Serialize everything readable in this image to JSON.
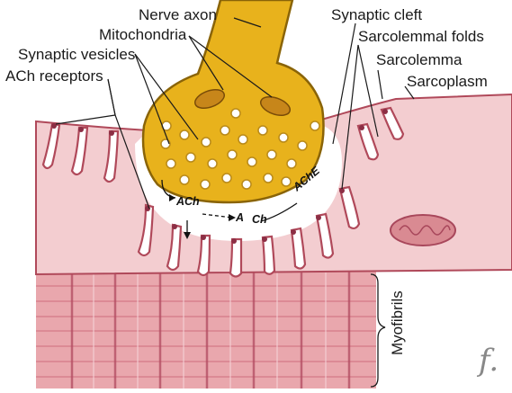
{
  "labels": {
    "nerve_axon": "Nerve axon",
    "mitochondria": "Mitochondria",
    "synaptic_vesicles": "Synaptic vesicles",
    "ach_receptors": "ACh receptors",
    "synaptic_cleft": "Synaptic cleft",
    "sarcolemmal_folds": "Sarcolemmal folds",
    "sarcolemma": "Sarcolemma",
    "sarcoplasm": "Sarcoplasm",
    "myofibrils": "Myofibrils"
  },
  "reaction": {
    "ach": "ACh",
    "a": "A",
    "ch": "Ch",
    "ache": "AChE"
  },
  "signature": "f.",
  "colors": {
    "axon": "#e8b21c",
    "axon_outline": "#8a6408",
    "vesicle": "#ffffff",
    "sarcoplasm": "#f3cdd0",
    "membrane": "#b0495a",
    "receptor": "#8c2f45",
    "myofibril": "#e7a0a6",
    "myofibril_band": "#c95f72"
  }
}
